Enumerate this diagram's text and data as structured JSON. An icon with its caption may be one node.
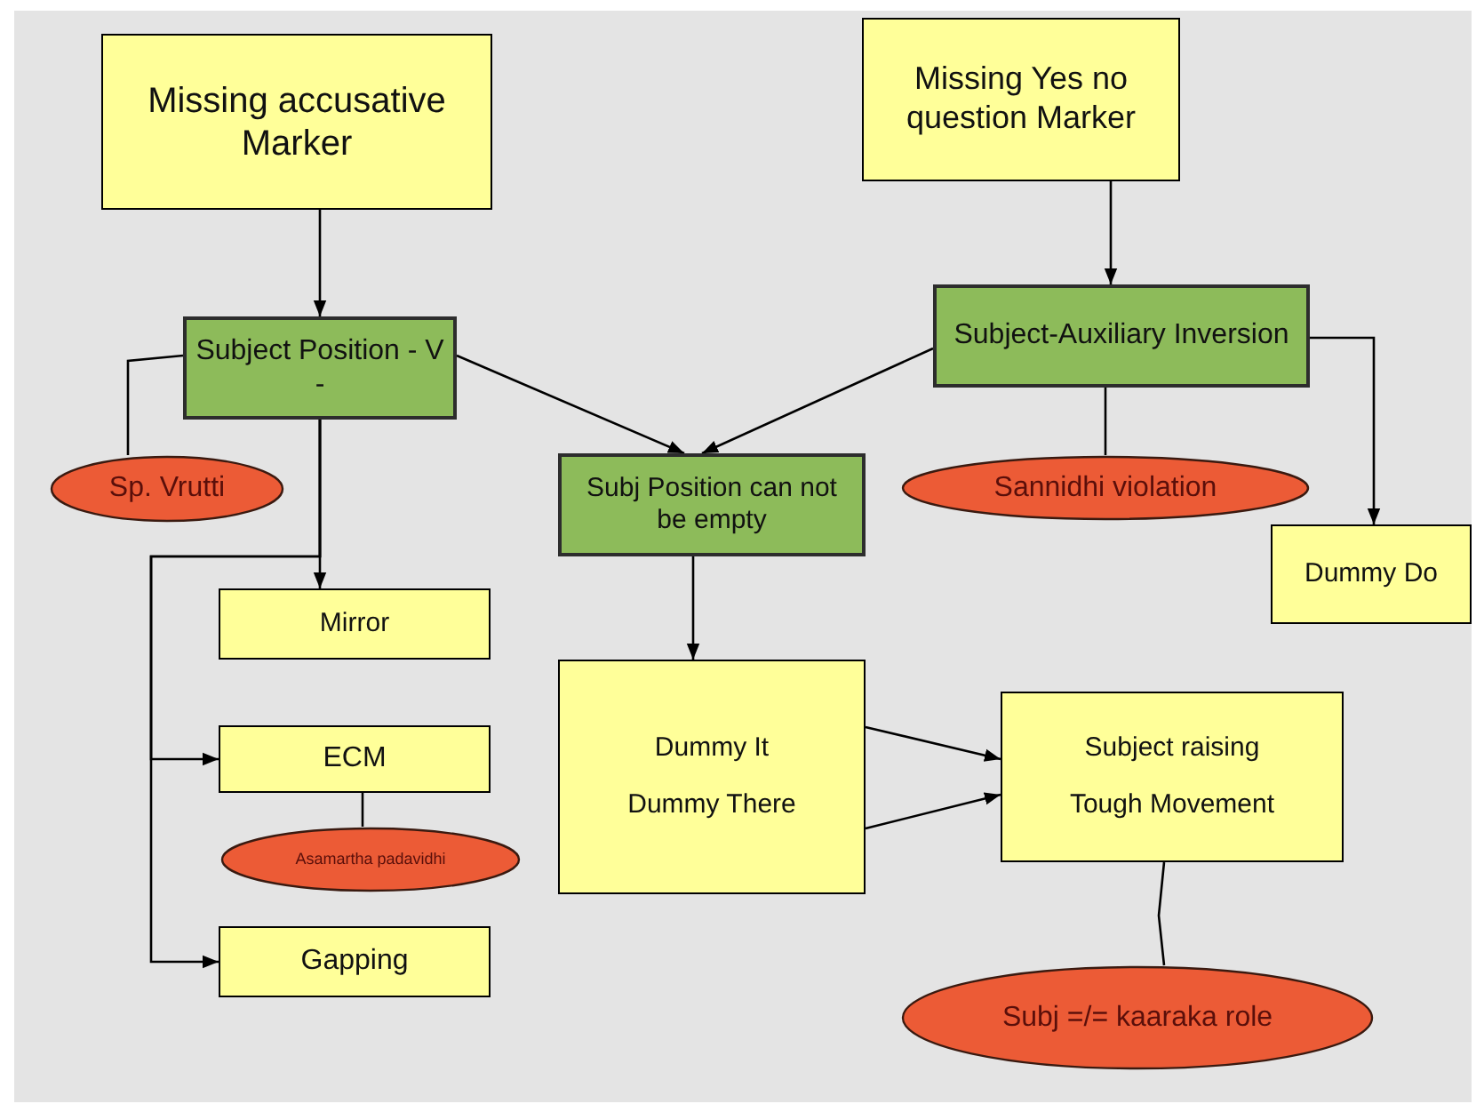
{
  "diagram": {
    "nodes": [
      {
        "text": [
          "Missing accusative Marker"
        ]
      },
      {
        "text": [
          "Missing Yes no question Marker"
        ]
      },
      {
        "text": [
          "Subject Position - V -"
        ]
      },
      {
        "text": [
          "Sp. Vrutti"
        ]
      },
      {
        "text": [
          "Subject-Auxiliary Inversion"
        ]
      },
      {
        "text": [
          "Subj Position can not be empty"
        ]
      },
      {
        "text": [
          "Sannidhi violation"
        ]
      },
      {
        "text": [
          "Dummy Do"
        ]
      },
      {
        "text": [
          "Mirror"
        ]
      },
      {
        "text": [
          "ECM"
        ]
      },
      {
        "text": [
          "Asamartha padavidhi"
        ]
      },
      {
        "text": [
          "Gapping"
        ]
      },
      {
        "text": [
          "Dummy It",
          "Dummy There"
        ]
      },
      {
        "text": [
          "Subject raising",
          "Tough Movement"
        ]
      },
      {
        "text": [
          "Subj =/= kaaraka role"
        ]
      }
    ],
    "edges": [
      {
        "from": 0,
        "to": 2,
        "arrow": "to"
      },
      {
        "from": 1,
        "to": 4,
        "arrow": "to"
      },
      {
        "from": 2,
        "to": 5,
        "arrow": "to"
      },
      {
        "from": 4,
        "to": 5,
        "arrow": "to"
      },
      {
        "from": 4,
        "to": 7,
        "arrow": "to"
      },
      {
        "from": 4,
        "to": 6,
        "arrow": "none"
      },
      {
        "from": 2,
        "to": 3,
        "arrow": "none"
      },
      {
        "from": 2,
        "to": 8,
        "arrow": "to"
      },
      {
        "from": 2,
        "to": 9,
        "arrow": "to"
      },
      {
        "from": 2,
        "to": 11,
        "arrow": "to"
      },
      {
        "from": 9,
        "to": 10,
        "arrow": "none"
      },
      {
        "from": 5,
        "to": 12,
        "arrow": "to"
      },
      {
        "from": 12,
        "to": 13,
        "arrow": "to"
      },
      {
        "from": 12,
        "to": 13,
        "arrow": "to"
      },
      {
        "from": 13,
        "to": 14,
        "arrow": "none"
      }
    ]
  }
}
